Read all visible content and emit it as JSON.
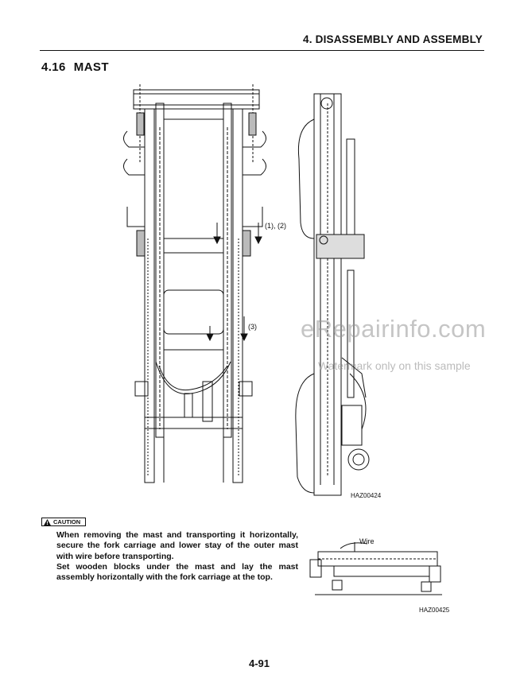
{
  "header": {
    "chapter_title": "4. DISASSEMBLY AND ASSEMBLY"
  },
  "section": {
    "number": "4.16",
    "title": "MAST"
  },
  "figure1": {
    "code": "HAZ00424",
    "label_upper": "(1), (2)",
    "label_lower": "(3)"
  },
  "caution": {
    "badge": "CAUTION",
    "icon": "warning-triangle-icon",
    "paragraphs": [
      "When removing the mast and transporting it horizontally, secure the fork carriage and lower stay of the outer mast with wire before transporting.",
      "Set wooden blocks under the mast and lay the mast assembly horizontally with the fork carriage at the top."
    ]
  },
  "figure2": {
    "code": "HAZ00425",
    "callout": "Wire"
  },
  "watermark": {
    "main": "eRepairinfo.com",
    "sub": "Watermark only on this sample"
  },
  "footer": {
    "page_number": "4-91"
  }
}
